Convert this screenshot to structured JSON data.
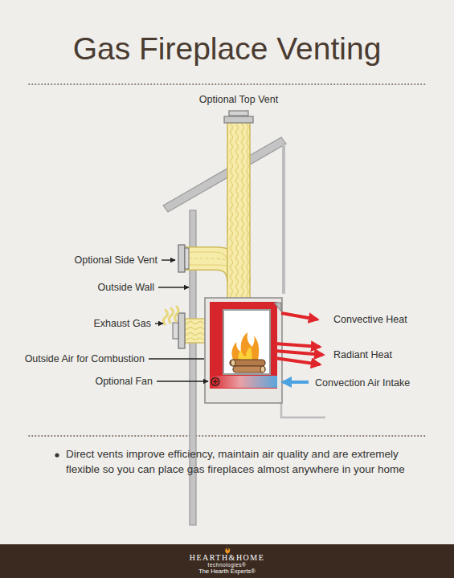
{
  "diagram": {
    "title": "Gas Fireplace Venting",
    "nodes": [
      {
        "text": [
          "HEARTH&HOME",
          "technologies®",
          "The Hearth Experts®"
        ]
      }
    ],
    "labels": [
      "Optional Top Vent",
      "Optional Side Vent",
      "Outside Wall",
      "Exhaust Gas",
      "Outside Air for Combustion",
      "Optional Fan",
      "Convective Heat",
      "Radiant Heat",
      "Convection Air Intake",
      "Direct vents improve efficiency, maintain air quality and are extremely flexible so you can place gas fireplaces almost anywhere in your home"
    ]
  }
}
